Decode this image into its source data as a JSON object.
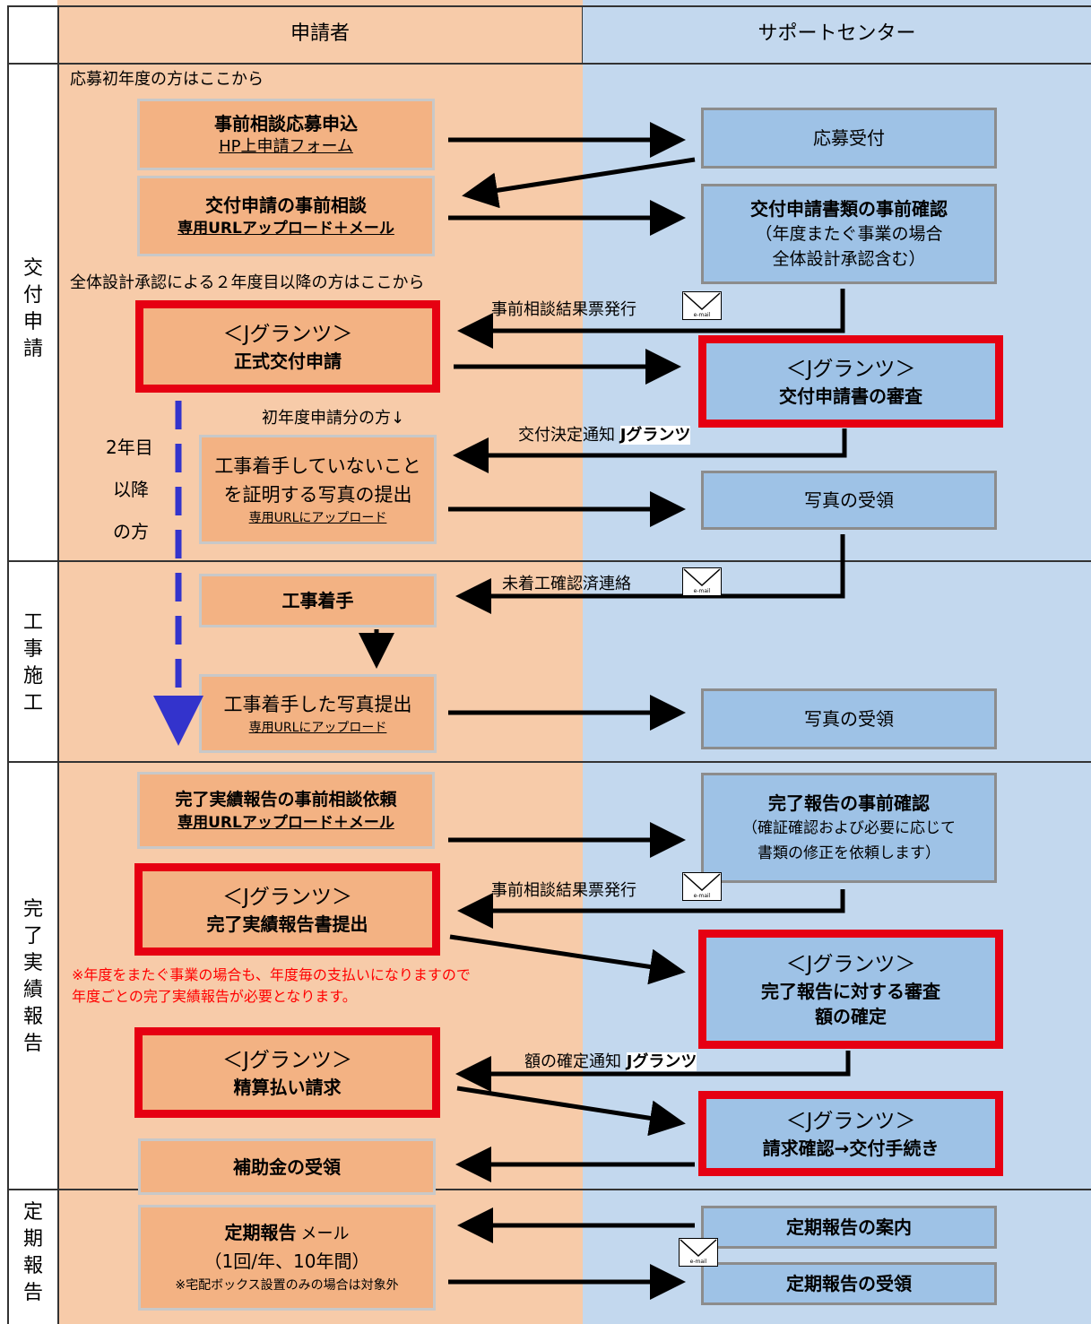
{
  "header": {
    "applicant": "申請者",
    "support": "サポートセンター"
  },
  "phases": {
    "p1": [
      "交",
      "付",
      "申",
      "請"
    ],
    "p2": [
      "工",
      "事",
      "施",
      "工"
    ],
    "p3": [
      "完",
      "了",
      "実",
      "績",
      "報",
      "告"
    ],
    "p4": [
      "定",
      "期",
      "報",
      "告"
    ]
  },
  "notes": {
    "first_year": "応募初年度の方はここから",
    "second_year": "全体設計承認による２年度目以降の方はここから",
    "first_year_apply": "初年度申請分の方↓",
    "second_year_side": [
      "2年目",
      "以降",
      "の方"
    ],
    "red_warning": [
      "※年度をまたぐ事業の場合も、年度毎の支払いになりますので",
      "年度ごとの完了実績報告が必要となります。"
    ]
  },
  "applicant_boxes": {
    "b1": {
      "line1": "事前相談応募申込",
      "line2": "HP上申請フォーム"
    },
    "b2": {
      "line1": "交付申請の事前相談",
      "line2": "専用URLアップロード＋メール"
    },
    "b3": {
      "line1": "＜Jグランツ＞",
      "line2": "正式交付申請"
    },
    "b4": {
      "line1": "工事着手していないこと",
      "line2": "を証明する写真の提出",
      "line3": "専用URLにアップロード"
    },
    "b5": {
      "line1": "工事着手"
    },
    "b6": {
      "line1": "工事着手した写真提出",
      "line2": "専用URLにアップロード"
    },
    "b7": {
      "line1": "完了実績報告の事前相談依頼",
      "line2": "専用URLアップロード＋メール"
    },
    "b8": {
      "line1": "＜Jグランツ＞",
      "line2": "完了実績報告書提出"
    },
    "b9": {
      "line1": "＜Jグランツ＞",
      "line2": "精算払い請求"
    },
    "b10": {
      "line1": "補助金の受領"
    },
    "b11": {
      "line1a": "定期報告",
      "line1b": "メール",
      "line2": "（1回/年、10年間）",
      "line3": "※宅配ボックス設置のみの場合は対象外"
    }
  },
  "support_boxes": {
    "s1": {
      "line1": "応募受付"
    },
    "s2": {
      "line1": "交付申請書類の事前確認",
      "line2": "（年度またぐ事業の場合",
      "line3": "全体設計承認含む）"
    },
    "s3": {
      "line1": "＜Jグランツ＞",
      "line2": "交付申請書の審査"
    },
    "s4": {
      "line1": "写真の受領"
    },
    "s5": {
      "line1": "写真の受領"
    },
    "s6": {
      "line1": "完了報告の事前確認",
      "line2": "（確証確認および必要に応じて",
      "line3": "書類の修正を依頼します）"
    },
    "s7": {
      "line1": "＜Jグランツ＞",
      "line2": "完了報告に対する審査",
      "line3": "額の確定"
    },
    "s8": {
      "line1": "＜Jグランツ＞",
      "line2": "請求確認→交付手続き"
    },
    "s9": {
      "line1": "定期報告の案内"
    },
    "s10": {
      "line1": "定期報告の受領"
    }
  },
  "arrow_labels": {
    "a1": "事前相談結果票発行",
    "a2a": "交付決定通知",
    "a2b": "Jグランツ",
    "a3": "未着工確認済連絡",
    "a4": "事前相談結果票発行",
    "a5a": "額の確定通知",
    "a5b": "Jグランツ"
  },
  "mail_icon_text": "e-mail",
  "colors": {
    "applicant_lane": "#f7cba9",
    "support_lane": "#c3d8ee",
    "applicant_box": "#f3b283",
    "support_box": "#9ec2e6",
    "highlight": "#e60012",
    "dashed_arrow": "#3333cc"
  }
}
